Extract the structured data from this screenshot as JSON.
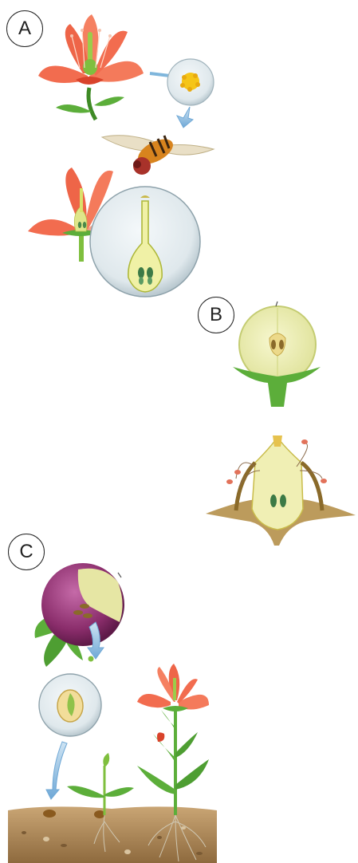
{
  "labels": {
    "a": "A",
    "b": "B",
    "c": "C"
  },
  "colors": {
    "petal": "#f26c4f",
    "petal_dark": "#d9432b",
    "leaf": "#5cae3a",
    "leaf_dark": "#3e8a25",
    "pistil": "#d9e26a",
    "fruit_flesh": "#eef0b0",
    "fruit_skin_purple": "#8a2d6b",
    "soil": "#b08a5a",
    "arrow": "#7fb6dc",
    "lens": "#e6eef2"
  },
  "icons": [
    "flower-icon",
    "pollen-grain-icon",
    "hoverfly-icon",
    "ovary-cross-section-icon",
    "apple-half-icon",
    "split-fruit-icon",
    "turnip-fruit-icon",
    "seed-icon",
    "seedling-icon",
    "adult-plant-icon",
    "soil-icon",
    "arrow-icon"
  ]
}
